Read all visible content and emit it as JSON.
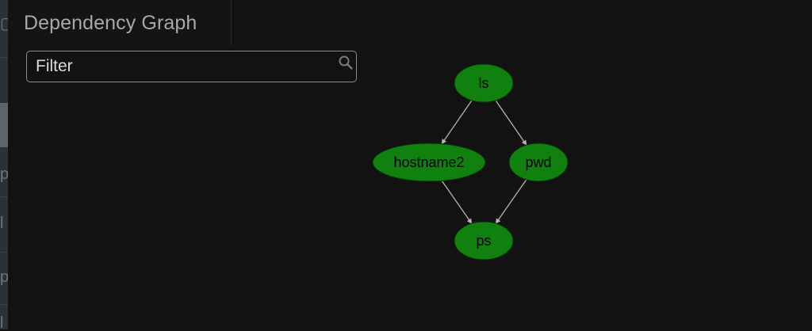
{
  "panel": {
    "tab_title": "Dependency Graph",
    "filter": {
      "placeholder": "Filter",
      "value": ""
    }
  },
  "graph": {
    "colors": {
      "node_fill": "#10800f",
      "node_stroke": "#0a2d0a",
      "edge": "#b4b4b4"
    },
    "nodes": [
      {
        "id": "ls",
        "label": "ls"
      },
      {
        "id": "hostname2",
        "label": "hostname2"
      },
      {
        "id": "pwd",
        "label": "pwd"
      },
      {
        "id": "ps",
        "label": "ps"
      }
    ],
    "edges": [
      {
        "from": "ls",
        "to": "hostname2"
      },
      {
        "from": "ls",
        "to": "pwd"
      },
      {
        "from": "hostname2",
        "to": "ps"
      },
      {
        "from": "pwd",
        "to": "ps"
      }
    ]
  }
}
